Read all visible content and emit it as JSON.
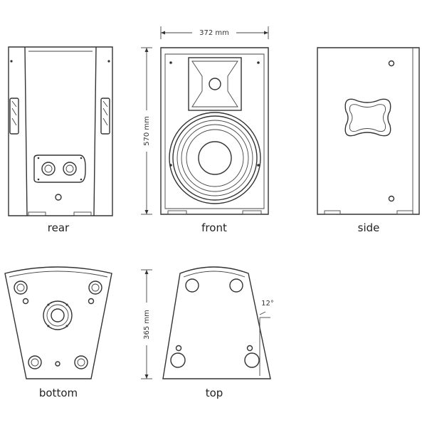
{
  "views": {
    "rear": "rear",
    "front": "front",
    "side": "side",
    "bottom": "bottom",
    "top": "top"
  },
  "dimensions": {
    "width": "372 mm",
    "height": "570 mm",
    "depth": "365 mm",
    "angle": "12°"
  },
  "colors": {
    "line": "#333333",
    "background": "#ffffff"
  }
}
